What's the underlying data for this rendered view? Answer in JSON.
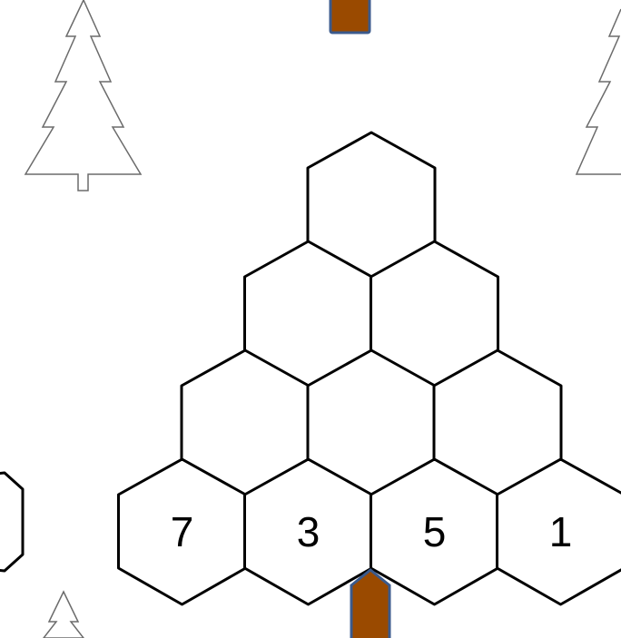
{
  "puzzle": {
    "rows": [
      [
        {
          "value": ""
        }
      ],
      [
        {
          "value": ""
        },
        {
          "value": ""
        }
      ],
      [
        {
          "value": ""
        },
        {
          "value": ""
        },
        {
          "value": ""
        }
      ],
      [
        {
          "value": "7"
        },
        {
          "value": "3"
        },
        {
          "value": "5"
        },
        {
          "value": "1"
        }
      ]
    ]
  },
  "colors": {
    "trunk_fill": "#9a4a00",
    "trunk_stroke": "#3b5a8c",
    "hex_stroke": "#000000",
    "tree_outline": "#6b6b6b"
  },
  "decorations": {
    "icons": [
      "tree-outline-icon",
      "trunk-icon",
      "hexagon-icon"
    ]
  }
}
